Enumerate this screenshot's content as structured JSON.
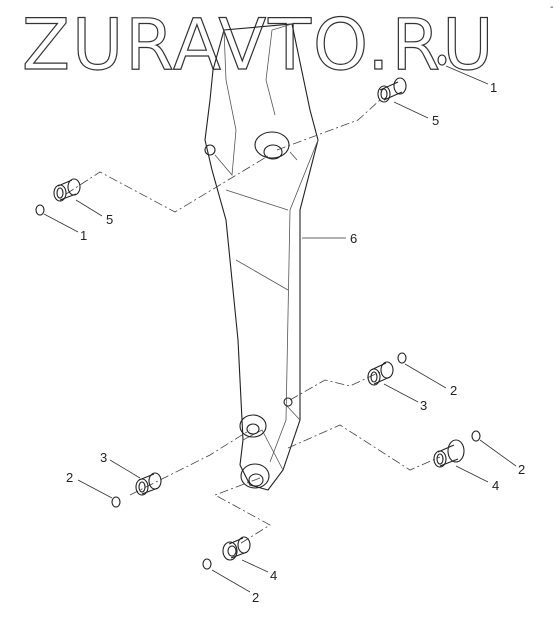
{
  "watermark": "ZURAVTO.RU",
  "corner_mark": "-",
  "callouts": {
    "c1a": "1",
    "c5a": "5",
    "c5b": "5",
    "c1b": "1",
    "c6": "6",
    "c2a": "2",
    "c3a": "3",
    "c3b": "3",
    "c2b": "2",
    "c2c": "2",
    "c4a": "4",
    "c4b": "4",
    "c2d": "2"
  }
}
